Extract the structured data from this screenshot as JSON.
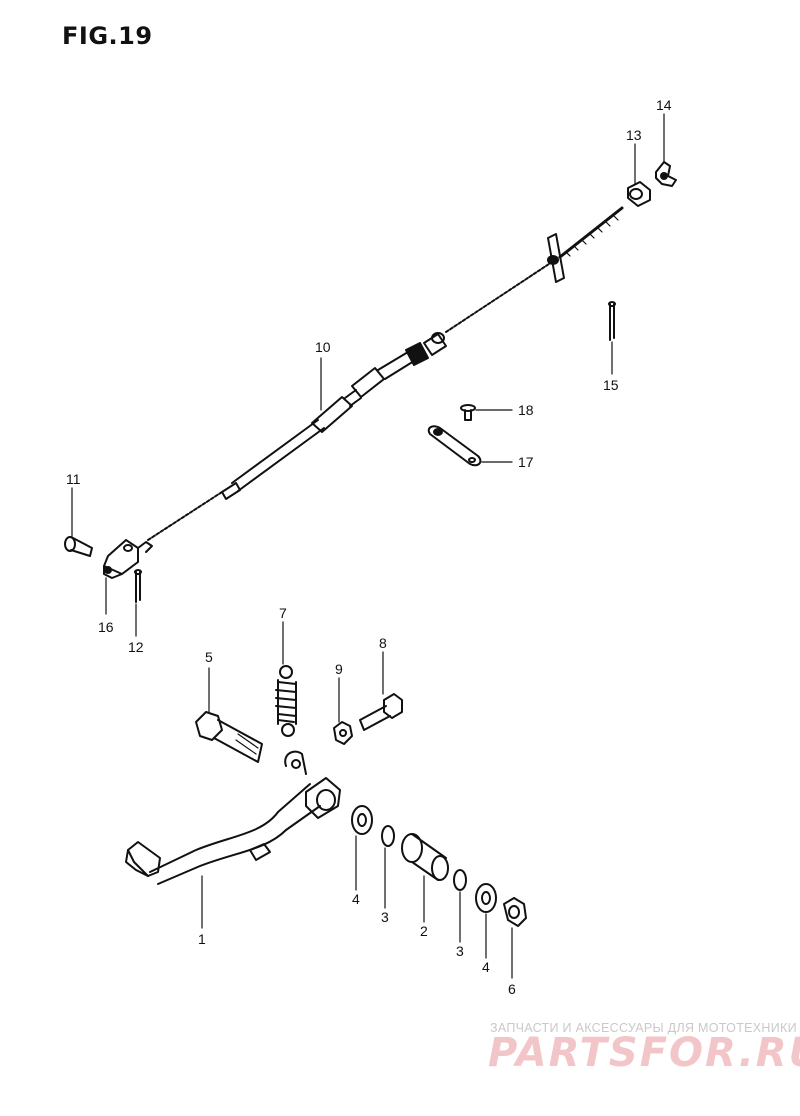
{
  "figure": {
    "title": "FIG.19"
  },
  "callouts": {
    "p1": "1",
    "p2": "2",
    "p3a": "3",
    "p3b": "3",
    "p4a": "4",
    "p4b": "4",
    "p5": "5",
    "p6": "6",
    "p7": "7",
    "p8": "8",
    "p9": "9",
    "p10": "10",
    "p11": "11",
    "p12": "12",
    "p13": "13",
    "p14": "14",
    "p15": "15",
    "p16": "16",
    "p17": "17",
    "p18": "18"
  },
  "watermark": {
    "tagline": "ЗАПЧАСТИ И АКСЕССУАРЫ ДЛЯ МОТОТЕХНИКИ",
    "logo": "PARTSFOR.RU",
    "color": "#e8a3a6"
  }
}
